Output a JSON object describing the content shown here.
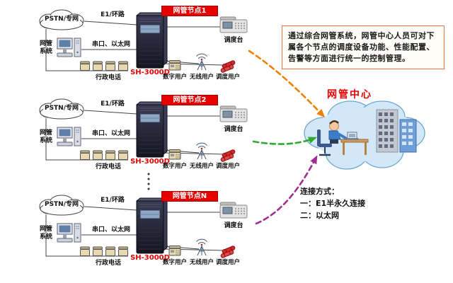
{
  "nodes": [
    {
      "title": "网管节点1",
      "pstn": "PSTN/专网",
      "e1_link": "E1/环路",
      "nms": "网管系统",
      "serial_link": "串口、以太网",
      "device": "SH-3000D",
      "console": "调度台",
      "users": [
        "数字用户",
        "无线用户",
        "调度用户"
      ],
      "admin_phone": "行政电话"
    },
    {
      "title": "网管节点2",
      "pstn": "PSTN/专网",
      "e1_link": "E1/环路",
      "nms": "网管系统",
      "serial_link": "串口、以太网",
      "device": "SH-3000D",
      "console": "调度台",
      "users": [
        "数字用户",
        "无线用户",
        "调度用户"
      ],
      "admin_phone": "行政电话"
    },
    {
      "title": "网管节点N",
      "pstn": "PSTN/专网",
      "e1_link": "E1/环路",
      "nms": "网管系统",
      "serial_link": "串口、以太网",
      "device": "SH-3000D",
      "console": "调度台",
      "users": [
        "数字用户",
        "无线用户",
        "调度用户"
      ],
      "admin_phone": "行政电话"
    }
  ],
  "description": "通过综合网管系统，网管中心人员可对下属各个节点的调度设备功能、性能配置、告警等方面进行统一的控制管理。",
  "center_title": "网管中心",
  "connection": {
    "heading": "连接方式：",
    "item_e1": "一：E1半永久连接",
    "item_ethernet": "二：以太网"
  },
  "colors": {
    "node_header_red": "#e60000",
    "device_label_red": "#e60000",
    "center_title_red": "#e60000",
    "arrow_node1": "#f08000",
    "arrow_node2": "#2faa2f",
    "arrow_node3": "#a03090",
    "center_cloud_fill": "#d2e8f8"
  },
  "icons": [
    "pstn-cloud",
    "workstation-icon",
    "server-cabinet-icon",
    "dispatch-console-icon",
    "digital-phone-icon",
    "wireless-antenna-icon",
    "dispatch-handsets-icon",
    "telephone-row-icon",
    "office-buildings-icon",
    "operator-at-desk-icon"
  ]
}
